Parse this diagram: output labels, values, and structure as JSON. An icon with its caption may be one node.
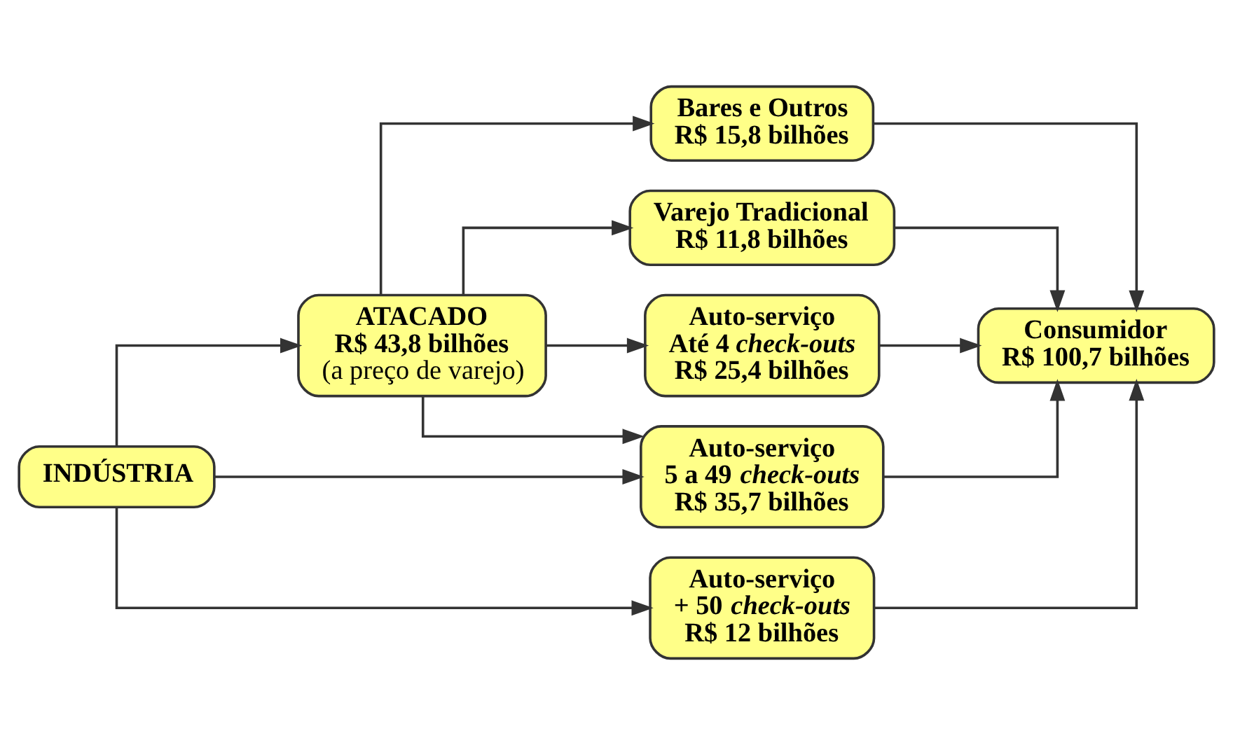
{
  "diagram": {
    "nodes": [
      {
        "text": [
          "INDÚSTRIA"
        ]
      },
      {
        "text": [
          "ATACADO",
          "R$ 43,8 bilhões",
          "(a preço de varejo)"
        ]
      },
      {
        "text": [
          "Bares e Outros",
          "R$ 15,8 bilhões"
        ]
      },
      {
        "text": [
          "Varejo Tradicional",
          "R$ 11,8 bilhões"
        ]
      },
      {
        "text": [
          "Auto-serviço",
          "Até 4 *check-outs*",
          "R$ 25,4 bilhões"
        ]
      },
      {
        "text": [
          "Auto-serviço",
          "5 a 49 *check-outs*",
          "R$ 35,7 bilhões"
        ]
      },
      {
        "text": [
          "Auto-serviço",
          "+ 50 *check-outs*",
          "R$ 12 bilhões"
        ]
      },
      {
        "text": [
          "Consumidor",
          "R$ 100,7 bilhões"
        ]
      }
    ],
    "edges": [
      {
        "from": 0,
        "to": 1,
        "arrow": "to"
      },
      {
        "from": 0,
        "to": 5,
        "arrow": "to"
      },
      {
        "from": 0,
        "to": 6,
        "arrow": "to"
      },
      {
        "from": 1,
        "to": 2,
        "arrow": "to"
      },
      {
        "from": 1,
        "to": 3,
        "arrow": "to"
      },
      {
        "from": 1,
        "to": 4,
        "arrow": "to"
      },
      {
        "from": 1,
        "to": 5,
        "arrow": "to"
      },
      {
        "from": 2,
        "to": 7,
        "arrow": "to"
      },
      {
        "from": 3,
        "to": 7,
        "arrow": "to"
      },
      {
        "from": 4,
        "to": 7,
        "arrow": "to"
      },
      {
        "from": 5,
        "to": 7,
        "arrow": "to"
      },
      {
        "from": 6,
        "to": 7,
        "arrow": "to"
      }
    ]
  }
}
